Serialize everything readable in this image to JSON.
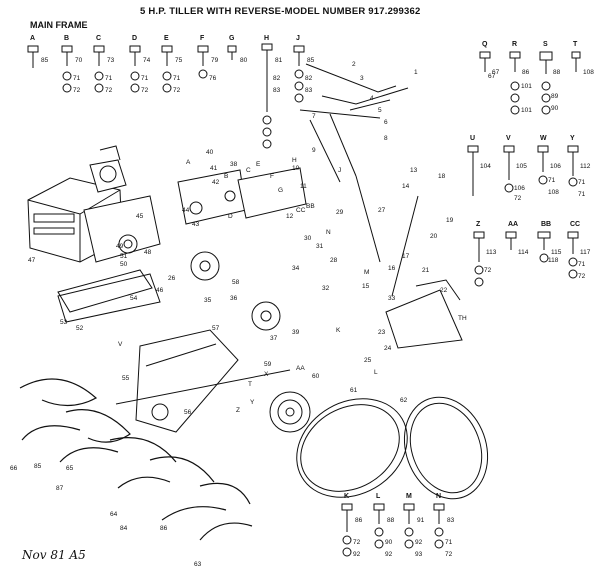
{
  "title": "5 H.P. TILLER WITH REVERSE-MODEL NUMBER 917.299362",
  "section_label": "MAIN FRAME",
  "handwritten_note": "Nov 81   A5",
  "top_row": [
    {
      "letter": "A",
      "part": "85",
      "washer_a": "",
      "washer_b": ""
    },
    {
      "letter": "B",
      "part": "70",
      "washer_a": "71",
      "washer_b": "72"
    },
    {
      "letter": "C",
      "part": "73",
      "washer_a": "71",
      "washer_b": "72"
    },
    {
      "letter": "D",
      "part": "74",
      "washer_a": "71",
      "washer_b": "72"
    },
    {
      "letter": "E",
      "part": "75",
      "washer_a": "71",
      "washer_b": "72"
    },
    {
      "letter": "F",
      "part": "79",
      "washer_a": "76",
      "washer_b": ""
    },
    {
      "letter": "G",
      "part": "80",
      "washer_a": "",
      "washer_b": ""
    },
    {
      "letter": "H",
      "part": "81",
      "washer_a": "82",
      "washer_b": "83"
    },
    {
      "letter": "J",
      "part": "85",
      "washer_a": "82",
      "washer_b": "83"
    }
  ],
  "right_column": [
    {
      "letter": "Q",
      "part": "67"
    },
    {
      "letter": "R",
      "part": "86"
    },
    {
      "letter": "S",
      "part": "88"
    },
    {
      "letter": "T",
      "part": "108"
    },
    {
      "letter": "U",
      "part": "104"
    },
    {
      "letter": "V",
      "part": "105"
    },
    {
      "letter": "W",
      "part": "106"
    },
    {
      "letter": "Y",
      "part": "112"
    },
    {
      "letter": "Z",
      "part": "113"
    },
    {
      "letter": "AA",
      "part": "114"
    },
    {
      "letter": "BB",
      "part": "115"
    },
    {
      "letter": "CC",
      "part": "117"
    }
  ],
  "right_washers": [
    "101",
    "89",
    "90",
    "101",
    "106",
    "71",
    "108",
    "71",
    "72",
    "71",
    "72",
    "118",
    "71",
    "72"
  ],
  "bottom_row": [
    {
      "letter": "K",
      "part": "86",
      "washer_a": "72",
      "washer_b": "92"
    },
    {
      "letter": "L",
      "part": "88",
      "washer_a": "90",
      "washer_b": "92"
    },
    {
      "letter": "M",
      "part": "91",
      "washer_a": "92",
      "washer_b": "93"
    },
    {
      "letter": "N",
      "part": "83",
      "washer_a": "71",
      "washer_b": "72"
    }
  ],
  "callouts": [
    "1",
    "2",
    "3",
    "4",
    "5",
    "6",
    "7",
    "8",
    "9",
    "10",
    "11",
    "12",
    "13",
    "14",
    "15",
    "16",
    "17",
    "18",
    "19",
    "20",
    "21",
    "22",
    "23",
    "24",
    "25",
    "26",
    "27",
    "28",
    "29",
    "30",
    "31",
    "32",
    "33",
    "34",
    "35",
    "36",
    "37",
    "38",
    "39",
    "40",
    "41",
    "42",
    "43",
    "44",
    "45",
    "46",
    "47",
    "48",
    "49",
    "50",
    "51",
    "52",
    "53",
    "54",
    "55",
    "56",
    "57",
    "58",
    "59",
    "60",
    "61",
    "62",
    "63",
    "64",
    "65",
    "66",
    "67",
    "84",
    "85",
    "86",
    "87"
  ],
  "letter_markers": [
    "A",
    "B",
    "C",
    "D",
    "E",
    "F",
    "G",
    "H",
    "J",
    "K",
    "L",
    "M",
    "N",
    "T",
    "V",
    "X",
    "Y",
    "Z",
    "AA",
    "BB",
    "CC",
    "TH"
  ]
}
